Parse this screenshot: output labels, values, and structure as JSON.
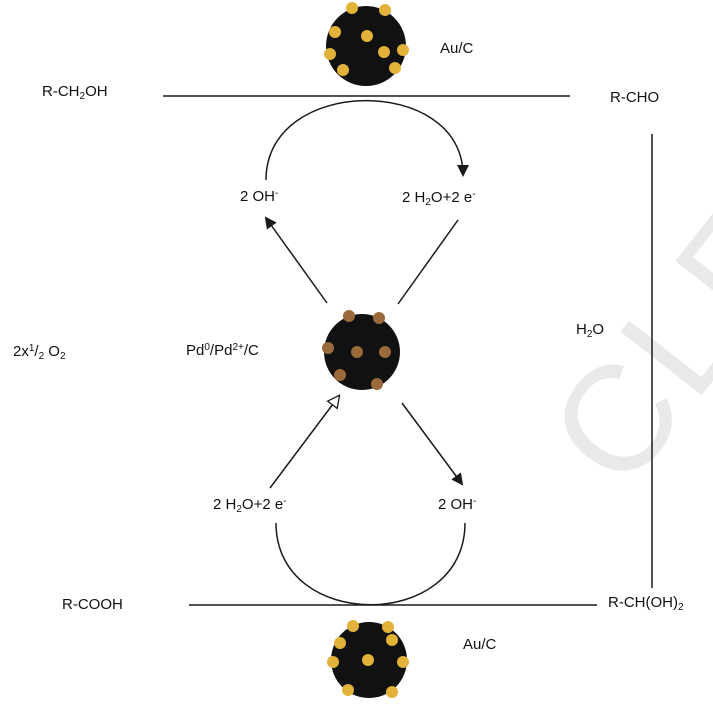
{
  "reactions": {
    "top_left": [
      "R-CH",
      "2",
      "OH"
    ],
    "top_right": "R-CHO",
    "bottom_left": "R-COOH",
    "bottom_right": [
      "R-CH(OH)",
      "2"
    ],
    "hydration": [
      "H",
      "2",
      "O"
    ]
  },
  "catalysts": {
    "top": "Au/C",
    "bottom": "Au/C",
    "center": [
      "Pd",
      "0",
      "/Pd",
      "2+",
      "/C"
    ]
  },
  "oxygen": [
    "2x",
    "1",
    "/",
    "2",
    " O",
    "2"
  ],
  "cycle": {
    "upper_left": [
      "2 OH",
      "-"
    ],
    "upper_right": [
      "2 H",
      "2",
      "O+2 e",
      "-"
    ],
    "lower_left": [
      "2 H",
      "2",
      "O+2 e",
      "-"
    ],
    "lower_right": [
      "2 OH",
      "-"
    ]
  },
  "colors": {
    "particle_core": "#111111",
    "gold": "#e2b23a",
    "bronze": "#9b6a3a",
    "line": "#1a1a1a"
  },
  "watermark": "CLE PR"
}
